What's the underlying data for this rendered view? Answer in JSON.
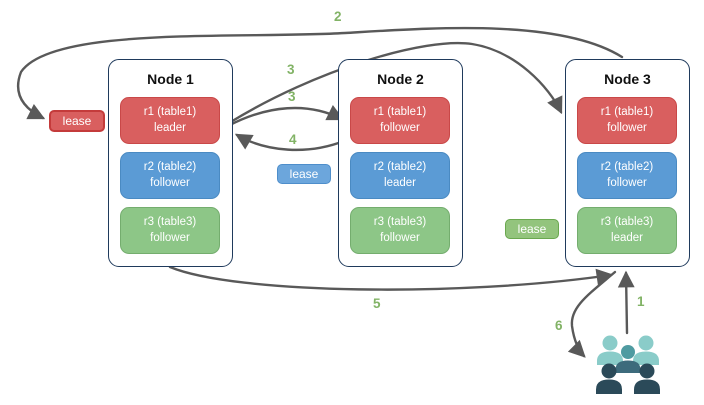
{
  "diagram": {
    "nodes": [
      {
        "title": "Node 1",
        "replicas": [
          {
            "name": "r1 (table1)",
            "role": "leader",
            "color": "red"
          },
          {
            "name": "r2 (table2)",
            "role": "follower",
            "color": "blue"
          },
          {
            "name": "r3 (table3)",
            "role": "follower",
            "color": "green"
          }
        ]
      },
      {
        "title": "Node 2",
        "replicas": [
          {
            "name": "r1 (table1)",
            "role": "follower",
            "color": "red"
          },
          {
            "name": "r2 (table2)",
            "role": "leader",
            "color": "blue"
          },
          {
            "name": "r3 (table3)",
            "role": "follower",
            "color": "green"
          }
        ]
      },
      {
        "title": "Node 3",
        "replicas": [
          {
            "name": "r1 (table1)",
            "role": "follower",
            "color": "red"
          },
          {
            "name": "r2 (table2)",
            "role": "follower",
            "color": "blue"
          },
          {
            "name": "r3 (table3)",
            "role": "leader",
            "color": "green"
          }
        ]
      }
    ],
    "leases": [
      {
        "label": "lease",
        "color": "red"
      },
      {
        "label": "lease",
        "color": "blue"
      },
      {
        "label": "lease",
        "color": "green"
      }
    ],
    "step_labels": [
      {
        "n": "2"
      },
      {
        "n": "3"
      },
      {
        "n": "3"
      },
      {
        "n": "4"
      },
      {
        "n": "5"
      },
      {
        "n": "1"
      },
      {
        "n": "6"
      }
    ],
    "icons": {
      "users": "users-group-icon"
    },
    "colors": {
      "replica_red": "#d95f5f",
      "replica_blue": "#5b9bd5",
      "replica_green": "#8dc687",
      "lease_red_border": "#c43b3b",
      "lease_blue_fill": "#6ca6dc",
      "lease_green_fill": "#93c47d",
      "node_border": "#1f3a5c",
      "arrow": "#595959",
      "step_number": "#82b366",
      "users_light_teal": "#8accc9",
      "users_medium_teal": "#4f9ba1",
      "users_slate": "#3d6b7c",
      "users_dark": "#2b4a59"
    }
  }
}
